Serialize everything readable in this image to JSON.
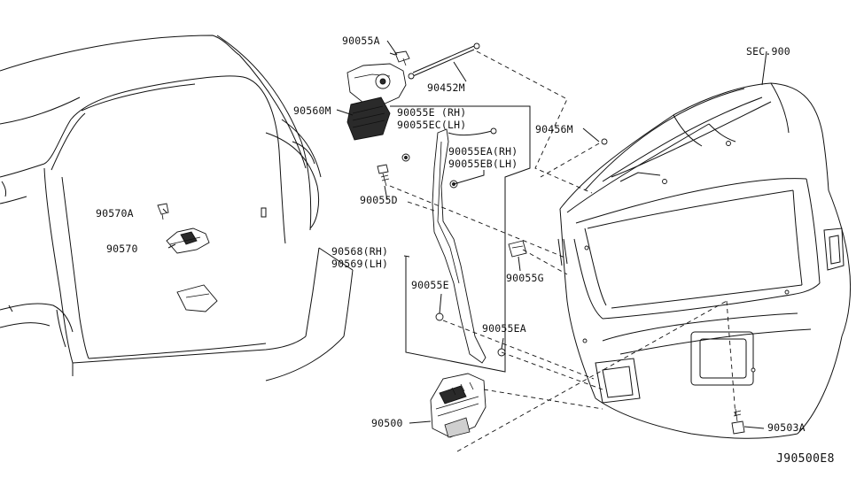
{
  "diagram_id": "J90500E8",
  "section_ref": "SEC.900",
  "labels": {
    "p90055A": "90055A",
    "p90452M": "90452M",
    "p90560M": "90560M",
    "p90055E_rh": "90055E (RH)",
    "p90055EC_lh": "90055EC(LH)",
    "p90055EA_rh": "90055EA(RH)",
    "p90055EB_lh": "90055EB(LH)",
    "p90456M": "90456M",
    "p90055D": "90055D",
    "p90570A": "90570A",
    "p90570": "90570",
    "p90568_rh": "90568(RH)",
    "p90569_lh": "90569(LH)",
    "p90055G": "90055G",
    "p90055E": "90055E",
    "p90055EA": "90055EA",
    "p90500": "90500",
    "p90503A": "90503A"
  }
}
